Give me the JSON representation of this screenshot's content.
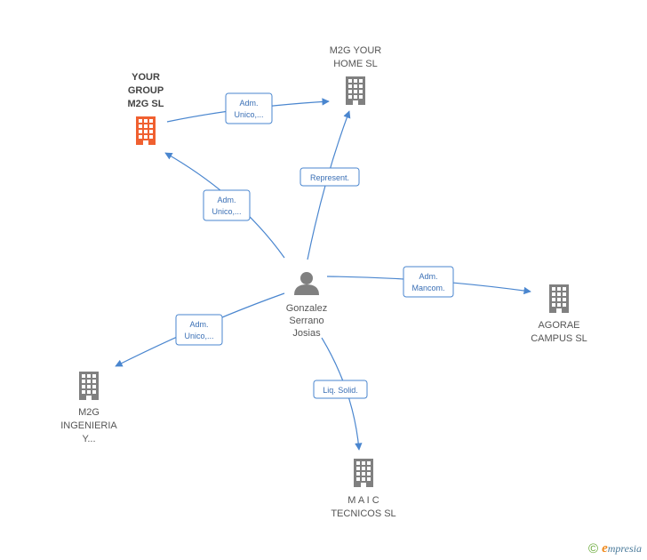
{
  "colors": {
    "edge": "#4a86cf",
    "company": "#808080",
    "company_focus": "#f06030",
    "person": "#808080"
  },
  "nodes": [
    {
      "id": "person",
      "type": "person",
      "icon": "person-icon",
      "lines": [
        "Gonzalez",
        "Serrano",
        "Josias"
      ]
    },
    {
      "id": "your-group",
      "type": "company",
      "focus": true,
      "icon": "building-icon",
      "lines": [
        "YOUR",
        "GROUP",
        "M2G  SL"
      ]
    },
    {
      "id": "m2g-home",
      "type": "company",
      "icon": "building-icon",
      "lines": [
        "M2G YOUR",
        "HOME  SL"
      ]
    },
    {
      "id": "agorae",
      "type": "company",
      "icon": "building-icon",
      "lines": [
        "AGORAE",
        "CAMPUS  SL"
      ]
    },
    {
      "id": "m2g-ing",
      "type": "company",
      "icon": "building-icon",
      "lines": [
        "M2G",
        "INGENIERIA",
        "Y..."
      ]
    },
    {
      "id": "maic",
      "type": "company",
      "icon": "building-icon",
      "lines": [
        "M A I C",
        "TECNICOS  SL"
      ]
    }
  ],
  "edges": [
    {
      "id": "e1",
      "from": "your-group",
      "to": "m2g-home",
      "label": [
        "Adm.",
        "Unico,..."
      ]
    },
    {
      "id": "e2",
      "from": "person",
      "to": "your-group",
      "label": [
        "Adm.",
        "Unico,..."
      ]
    },
    {
      "id": "e3",
      "from": "person",
      "to": "m2g-home",
      "label": [
        "Represent."
      ]
    },
    {
      "id": "e4",
      "from": "person",
      "to": "agorae",
      "label": [
        "Adm.",
        "Mancom."
      ]
    },
    {
      "id": "e5",
      "from": "person",
      "to": "m2g-ing",
      "label": [
        "Adm.",
        "Unico,..."
      ]
    },
    {
      "id": "e6",
      "from": "person",
      "to": "maic",
      "label": [
        "Liq.  Solid."
      ]
    }
  ],
  "footer": {
    "copyright": "©",
    "brand_initial": "e",
    "brand_rest": "mpresia"
  }
}
